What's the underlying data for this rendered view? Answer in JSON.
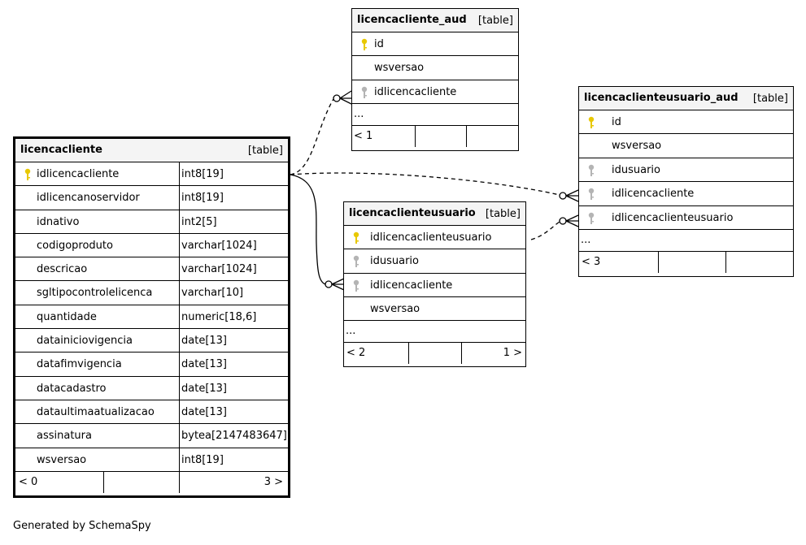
{
  "tables": {
    "licencacliente": {
      "name": "licencacliente",
      "type": "[table]",
      "columns": [
        {
          "name": "idlicencacliente",
          "type": "int8[19]",
          "key": "primary"
        },
        {
          "name": "idlicencanoservidor",
          "type": "int8[19]",
          "key": "none"
        },
        {
          "name": "idnativo",
          "type": "int2[5]",
          "key": "none"
        },
        {
          "name": "codigoproduto",
          "type": "varchar[1024]",
          "key": "none"
        },
        {
          "name": "descricao",
          "type": "varchar[1024]",
          "key": "none"
        },
        {
          "name": "sgltipocontrolelicenca",
          "type": "varchar[10]",
          "key": "none"
        },
        {
          "name": "quantidade",
          "type": "numeric[18,6]",
          "key": "none"
        },
        {
          "name": "datainiciovigencia",
          "type": "date[13]",
          "key": "none"
        },
        {
          "name": "datafimvigencia",
          "type": "date[13]",
          "key": "none"
        },
        {
          "name": "datacadastro",
          "type": "date[13]",
          "key": "none"
        },
        {
          "name": "dataultimaatualizacao",
          "type": "date[13]",
          "key": "none"
        },
        {
          "name": "assinatura",
          "type": "bytea[2147483647]",
          "key": "none"
        },
        {
          "name": "wsversao",
          "type": "int8[19]",
          "key": "none"
        }
      ],
      "footer": {
        "parents": "< 0",
        "children": "3 >"
      }
    },
    "licencacliente_aud": {
      "name": "licencacliente_aud",
      "type": "[table]",
      "columns": [
        {
          "name": "id",
          "key": "primary"
        },
        {
          "name": "wsversao",
          "key": "none"
        },
        {
          "name": "idlicencacliente",
          "key": "foreign"
        }
      ],
      "ellipsis": "...",
      "footer": {
        "parents": "< 1",
        "children": ""
      }
    },
    "licencaclienteusuario": {
      "name": "licencaclienteusuario",
      "type": "[table]",
      "columns": [
        {
          "name": "idlicencaclienteusuario",
          "key": "primary"
        },
        {
          "name": "idusuario",
          "key": "foreign"
        },
        {
          "name": "idlicencacliente",
          "key": "foreign"
        },
        {
          "name": "wsversao",
          "key": "none"
        }
      ],
      "ellipsis": "...",
      "footer": {
        "parents": "< 2",
        "children": "1 >"
      }
    },
    "licencaclienteusuario_aud": {
      "name": "licencaclienteusuario_aud",
      "type": "[table]",
      "columns": [
        {
          "name": "id",
          "key": "primary"
        },
        {
          "name": "wsversao",
          "key": "none"
        },
        {
          "name": "idusuario",
          "key": "foreign"
        },
        {
          "name": "idlicencacliente",
          "key": "foreign"
        },
        {
          "name": "idlicencaclienteusuario",
          "key": "foreign"
        }
      ],
      "ellipsis": "...",
      "footer": {
        "parents": "< 3",
        "children": ""
      }
    }
  },
  "colors": {
    "primary_key": "#e8c800",
    "foreign_key": "#b4b4b4",
    "header_bg": "#f4f4f4"
  },
  "icons": {
    "primary": "key-icon",
    "foreign": "key-icon"
  },
  "footer_note": "Generated by SchemaSpy"
}
